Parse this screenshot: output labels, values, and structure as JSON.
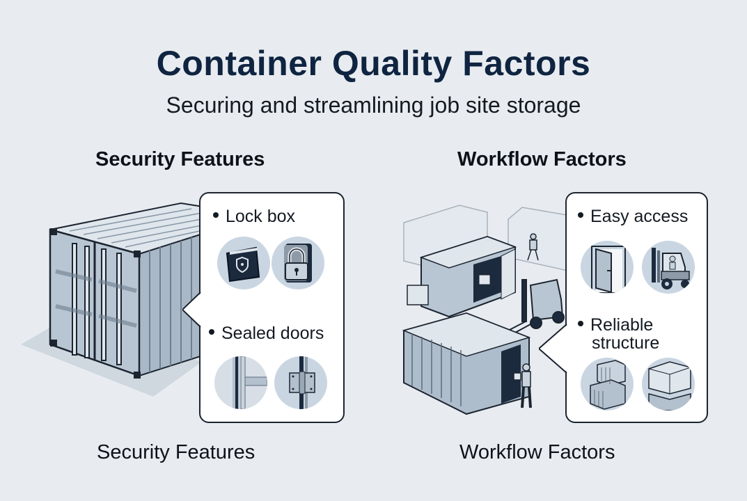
{
  "header": {
    "title": "Container Quality Factors",
    "subtitle": "Securing and streamlining job site storage"
  },
  "sections": [
    {
      "heading": "Security Features",
      "footer_label": "Security Features",
      "illustration": "shipping-container-doors",
      "callout": {
        "items": [
          {
            "label": "Lock box",
            "icons": [
              "lock-box-shield-icon",
              "padlock-icon"
            ]
          },
          {
            "label": "Sealed doors",
            "icons": [
              "door-seal-icon",
              "door-hinge-icon"
            ]
          }
        ]
      }
    },
    {
      "heading": "Workflow Factors",
      "footer_label": "Workflow Factors",
      "illustration": "container-yard-with-forklift-and-workers",
      "callout": {
        "items": [
          {
            "label": "Easy access",
            "icons": [
              "open-door-icon",
              "forklift-icon"
            ]
          },
          {
            "label_lines": [
              "Reliable",
              "structure"
            ],
            "icons": [
              "stacked-containers-icon",
              "container-stack-corner-icon"
            ]
          }
        ]
      }
    }
  ],
  "colors": {
    "background": "#e8ecf0",
    "title": "#0f2440",
    "ink": "#1c2430",
    "container_fill": "#b8c6d3",
    "icon_circle": "#c9d6e2"
  }
}
